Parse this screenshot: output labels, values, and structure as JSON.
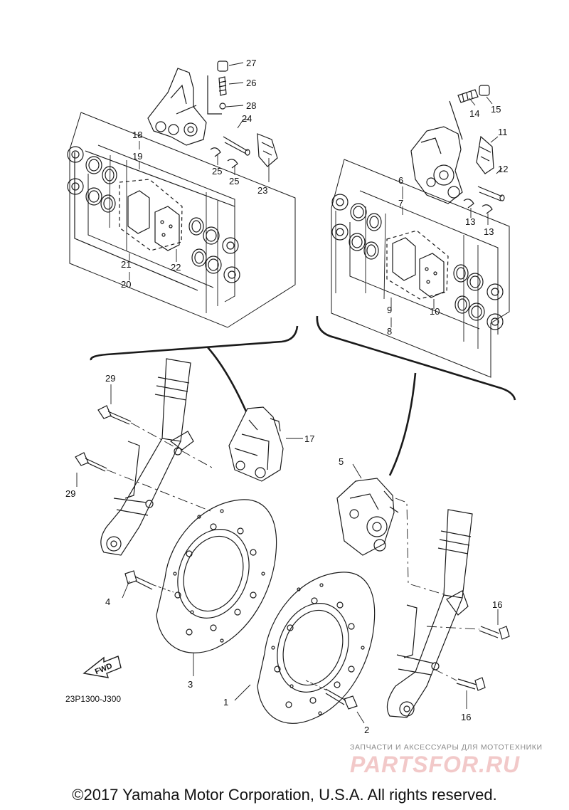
{
  "diagram": {
    "labels": [
      {
        "id": "1",
        "text": "1"
      },
      {
        "id": "2",
        "text": "2"
      },
      {
        "id": "3",
        "text": "3"
      },
      {
        "id": "4",
        "text": "4"
      },
      {
        "id": "5",
        "text": "5"
      },
      {
        "id": "6",
        "text": "6"
      },
      {
        "id": "7",
        "text": "7"
      },
      {
        "id": "8",
        "text": "8"
      },
      {
        "id": "9",
        "text": "9"
      },
      {
        "id": "10",
        "text": "10"
      },
      {
        "id": "11",
        "text": "11"
      },
      {
        "id": "12",
        "text": "12"
      },
      {
        "id": "13a",
        "text": "13"
      },
      {
        "id": "13b",
        "text": "13"
      },
      {
        "id": "14",
        "text": "14"
      },
      {
        "id": "15",
        "text": "15"
      },
      {
        "id": "16a",
        "text": "16"
      },
      {
        "id": "16b",
        "text": "16"
      },
      {
        "id": "17",
        "text": "17"
      },
      {
        "id": "18",
        "text": "18"
      },
      {
        "id": "19",
        "text": "19"
      },
      {
        "id": "20",
        "text": "20"
      },
      {
        "id": "21",
        "text": "21"
      },
      {
        "id": "22",
        "text": "22"
      },
      {
        "id": "23",
        "text": "23"
      },
      {
        "id": "24",
        "text": "24"
      },
      {
        "id": "25a",
        "text": "25"
      },
      {
        "id": "25b",
        "text": "25"
      },
      {
        "id": "26",
        "text": "26"
      },
      {
        "id": "27",
        "text": "27"
      },
      {
        "id": "28",
        "text": "28"
      },
      {
        "id": "29a",
        "text": "29"
      },
      {
        "id": "29b",
        "text": "29"
      }
    ],
    "fwd_text": "FWD",
    "diagram_code": "23P1300-J300"
  },
  "watermark": {
    "tagline": "ЗАПЧАСТИ И АКСЕССУАРЫ ДЛЯ МОТОТЕХНИКИ",
    "logo": "PARTSFOR.RU"
  },
  "footer": {
    "copyright": "©2017 Yamaha Motor Corporation, U.S.A. All rights reserved."
  }
}
